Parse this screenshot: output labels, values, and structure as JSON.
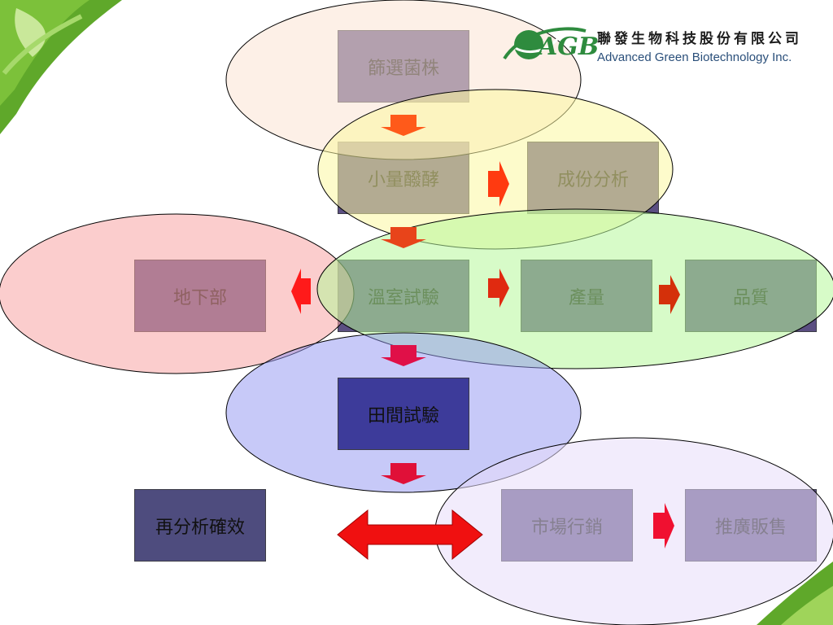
{
  "brand": {
    "name_cn": "聯發生物科技股份有限公司",
    "name_en": "Advanced Green Biotechnology Inc.",
    "logo_letters": "AGB",
    "logo_color": "#2e8b3e"
  },
  "colors": {
    "box_fill": "#5b4f82",
    "box_border": "#3c3c46",
    "arrow_orange": "#ff5a1a",
    "arrow_red": "#e8102a"
  },
  "groups": {
    "screening": {
      "color": "#fbe4d4"
    },
    "fermentation": {
      "color": "#fbf7a0"
    },
    "underground": {
      "color": "#f7a4a4"
    },
    "greenhouse": {
      "color": "#b6f79b"
    },
    "field": {
      "color": "#8f93f1"
    },
    "marketing": {
      "color": "#e7dcf9"
    }
  },
  "nodes": {
    "screening": "篩選菌株",
    "small_fermentation": "小量醱酵",
    "component_analysis": "成份分析",
    "underground": "地下部",
    "greenhouse_test": "溫室試驗",
    "yield": "產量",
    "quality": "品質",
    "field_test": "田間試驗",
    "reanalysis": "再分析確效",
    "marketing": "市場行銷",
    "sales": "推廣販售"
  }
}
